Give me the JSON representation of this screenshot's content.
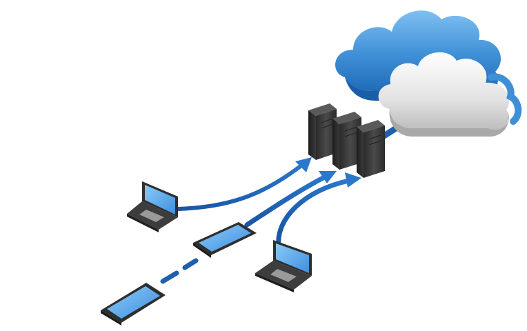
{
  "diagram": {
    "nodes": [
      {
        "id": "cloud-back",
        "kind": "cloud",
        "color": "#3f8fd6"
      },
      {
        "id": "cloud-front",
        "kind": "cloud",
        "color": "#dcdcdc"
      },
      {
        "id": "server-1",
        "kind": "server-tower",
        "color": "#3a3a3a"
      },
      {
        "id": "server-2",
        "kind": "server-tower",
        "color": "#3a3a3a"
      },
      {
        "id": "server-3",
        "kind": "server-tower",
        "color": "#3a3a3a"
      },
      {
        "id": "laptop-left",
        "kind": "laptop",
        "screen_color": "#5aa9ef"
      },
      {
        "id": "tablet-middle",
        "kind": "tablet",
        "screen_color": "#5aa9ef"
      },
      {
        "id": "laptop-right",
        "kind": "laptop",
        "screen_color": "#5aa9ef"
      },
      {
        "id": "phone-bottom",
        "kind": "tablet",
        "screen_color": "#5aa9ef"
      }
    ],
    "connections": [
      {
        "from": "servers",
        "to": "cloud",
        "style": "link"
      },
      {
        "from": "laptop-left",
        "to": "server-1",
        "style": "arrow"
      },
      {
        "from": "tablet-middle",
        "to": "server-2",
        "style": "arrow"
      },
      {
        "from": "laptop-right",
        "to": "server-3",
        "style": "arrow"
      },
      {
        "from": "phone-bottom",
        "to": "tablet-middle",
        "style": "dashed"
      }
    ],
    "colors": {
      "link_blue": "#1f5fae",
      "cloud_blue": "#3f8fd6",
      "cloud_grey": "#dcdcdc",
      "server_dark": "#353535",
      "device_body": "#3a3a3a",
      "device_screen": "#5aa9ef"
    }
  }
}
